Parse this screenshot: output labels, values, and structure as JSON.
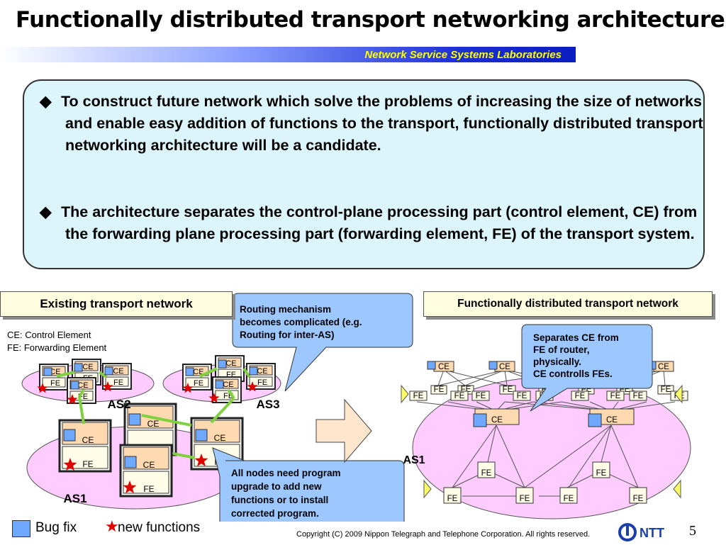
{
  "header": {
    "title": "Functionally distributed transport networking architecture",
    "lab": "Network Service Systems Laboratories"
  },
  "bullets": [
    "To construct future network which solve the problems of increasing the size of networks and enable easy addition of functions to the transport, functionally distributed transport networking architecture will be a candidate.",
    "The architecture separates the control-plane processing part (control element, CE) from the forwarding plane processing part (forwarding element, FE) of the transport system."
  ],
  "bullet_glyph": "◆",
  "left_panel": {
    "title": "Existing transport network",
    "caption_ce": "CE: Control Element",
    "caption_fe": "FE: Forwarding Element",
    "callout_top": [
      "Routing mechanism",
      "becomes complicated (e.g.",
      "Routing for inter-AS)"
    ],
    "callout_bottom": [
      "All nodes need program",
      "upgrade to add new",
      "functions or to install",
      "corrected program."
    ],
    "as_labels": [
      "AS2",
      "AS3",
      "AS1"
    ]
  },
  "right_panel": {
    "title": "Functionally distributed transport network",
    "callout": [
      "Separates CE from",
      "FE of router,",
      "physically.",
      "CE controlls FEs."
    ],
    "as_label": "AS1"
  },
  "node_labels": {
    "ce": "CE",
    "fe": "FE"
  },
  "legend": {
    "bug_fix": "Bug fix",
    "new_functions": "new functions",
    "star": "★"
  },
  "footer": {
    "copyright": "Copyright (C) 2009 Nippon Telegraph and Telephone Corporation. All rights reserved.",
    "logo": "NTT",
    "page": "5"
  },
  "colors": {
    "bug_fix": "#6fa8ff",
    "ellipse": "#ffccff",
    "ce_fill": "#ffd9b0",
    "callout": "#9cc8ff",
    "arrow": "#ffe6cc",
    "link_green": "#80d040",
    "star": "#e00000"
  }
}
